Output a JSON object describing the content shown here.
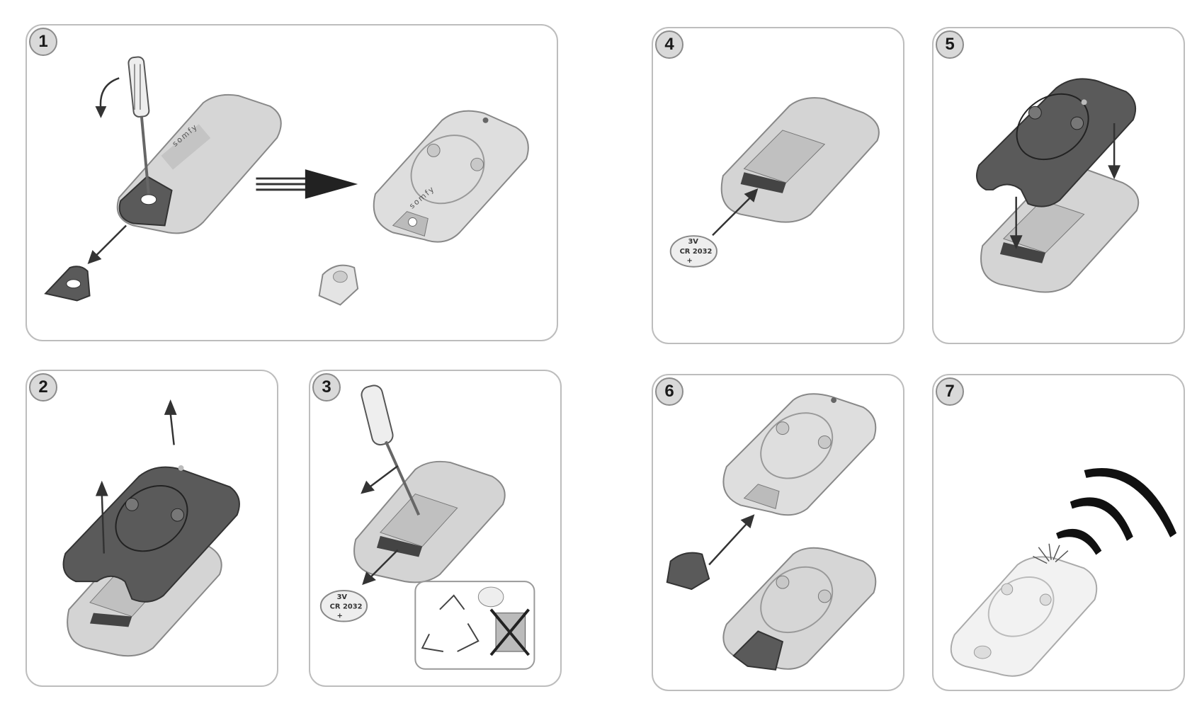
{
  "steps": [
    {
      "number": "1"
    },
    {
      "number": "2"
    },
    {
      "number": "3"
    },
    {
      "number": "4"
    },
    {
      "number": "5"
    },
    {
      "number": "6"
    },
    {
      "number": "7"
    }
  ],
  "brand_logo": "somfy",
  "battery": {
    "voltage": "3V",
    "model": "CR 2032",
    "polarity": "+"
  },
  "colors": {
    "frame": "#bdbdbd",
    "badge": "#d9d9d9",
    "device_light": "#d6d6d6",
    "device_dark": "#5a5a5a"
  }
}
